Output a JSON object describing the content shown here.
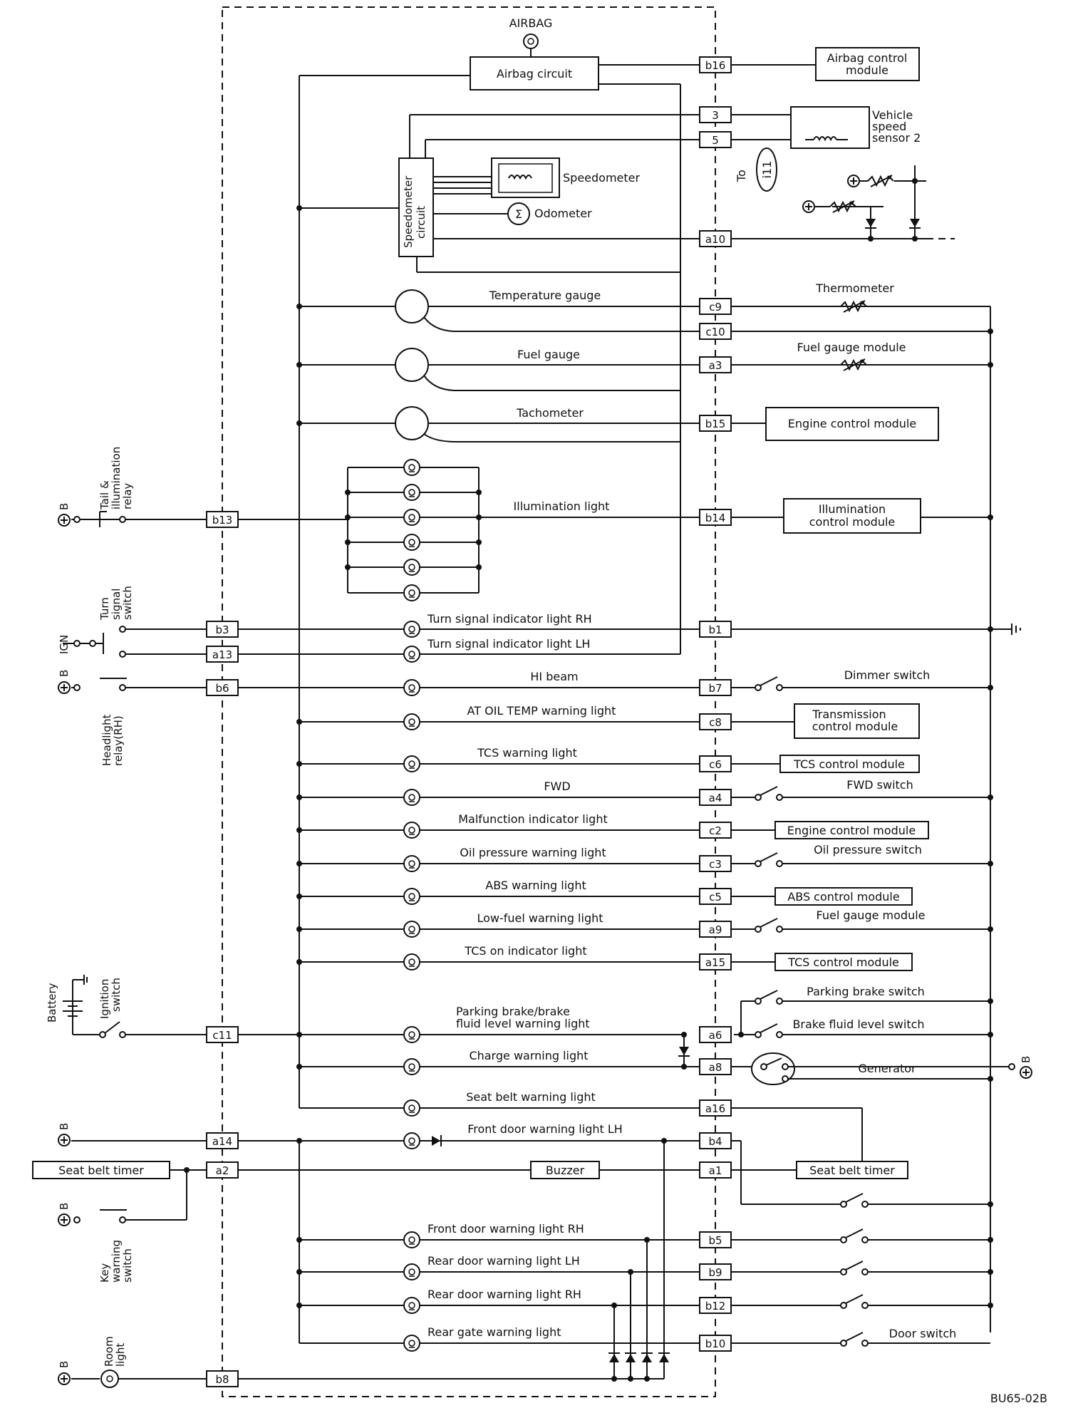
{
  "components": {
    "airbag": "AIRBAG",
    "airbag_circuit": "Airbag circuit",
    "airbag_module": [
      "Airbag control",
      "module"
    ],
    "vss": [
      "Vehicle",
      "speed",
      "sensor 2"
    ],
    "to_ref": "To",
    "ref_i11": "i11",
    "speedometer": "Speedometer",
    "odometer": "Odometer",
    "speedometer_circuit": [
      "Speedometer",
      "circuit"
    ],
    "thermometer": "Thermometer",
    "fuel_gauge_module": "Fuel gauge module",
    "engine_control_module": "Engine control module",
    "illumination_control_module": [
      "Illumination",
      "control module"
    ],
    "dimmer_switch": "Dimmer switch",
    "transmission_control_module": [
      "Transmission",
      "control module"
    ],
    "tcs_control_module": "TCS control module",
    "fwd_switch": "FWD switch",
    "oil_pressure_switch": "Oil pressure switch",
    "abs_control_module": "ABS control module",
    "parking_brake_switch": "Parking brake switch",
    "brake_fluid_switch": "Brake fluid level switch",
    "generator": "Generator",
    "seat_belt_timer": "Seat belt timer",
    "buzzer": "Buzzer",
    "door_switch": "Door switch"
  },
  "gauges": {
    "temperature": "Temperature gauge",
    "fuel": "Fuel gauge",
    "tachometer": "Tachometer",
    "illumination": "Illumination light"
  },
  "lights": {
    "turn_rh": "Turn signal indicator light RH",
    "turn_lh": "Turn signal indicator light LH",
    "hi_beam": "HI beam",
    "at_oil": "AT OIL TEMP warning light",
    "tcs_warning": "TCS warning light",
    "fwd": "FWD",
    "malfunction": "Malfunction indicator light",
    "oil_pressure": "Oil pressure warning light",
    "abs": "ABS warning light",
    "low_fuel": "Low-fuel warning light",
    "tcs_on": "TCS on indicator light",
    "parking_brake": [
      "Parking brake/brake",
      "fluid level warning light"
    ],
    "charge": "Charge warning light",
    "seat_belt": "Seat belt warning light",
    "front_door_lh": "Front door warning light LH",
    "front_door_rh": "Front door warning light RH",
    "rear_door_lh": "Rear door warning light LH",
    "rear_door_rh": "Rear door warning light RH",
    "rear_gate": "Rear gate warning light"
  },
  "terminals_right": {
    "b16": "b16",
    "t3": "3",
    "t5": "5",
    "a10": "a10",
    "c9": "c9",
    "c10": "c10",
    "a3": "a3",
    "b15": "b15",
    "b14": "b14",
    "b1": "b1",
    "b7": "b7",
    "c8": "c8",
    "c6": "c6",
    "a4": "a4",
    "c2": "c2",
    "c3": "c3",
    "c5": "c5",
    "a9": "a9",
    "a15": "a15",
    "a6": "a6",
    "a8": "a8",
    "a16": "a16",
    "b4": "b4",
    "a1": "a1",
    "b5": "b5",
    "b9": "b9",
    "b12": "b12",
    "b10": "b10"
  },
  "terminals_left": {
    "b13": "b13",
    "b3": "b3",
    "a13": "a13",
    "b6": "b6",
    "c11": "c11",
    "a14": "a14",
    "a2": "a2",
    "b8": "b8"
  },
  "left_labels": {
    "tail_relay": [
      "Tail &",
      "illumination",
      "relay"
    ],
    "turn_switch": [
      "Turn",
      "signal",
      "switch"
    ],
    "ign": "IGN",
    "headlight_relay": [
      "Headlight",
      "relay(RH)"
    ],
    "battery": "Battery",
    "ignition_switch": [
      "Ignition",
      "switch"
    ],
    "seat_belt_timer": "Seat belt timer",
    "key_warning": [
      "Key",
      "warning",
      "switch"
    ],
    "room_light": [
      "Room",
      "light"
    ],
    "pos_b": "B"
  },
  "figure_code": "BU65-02B"
}
